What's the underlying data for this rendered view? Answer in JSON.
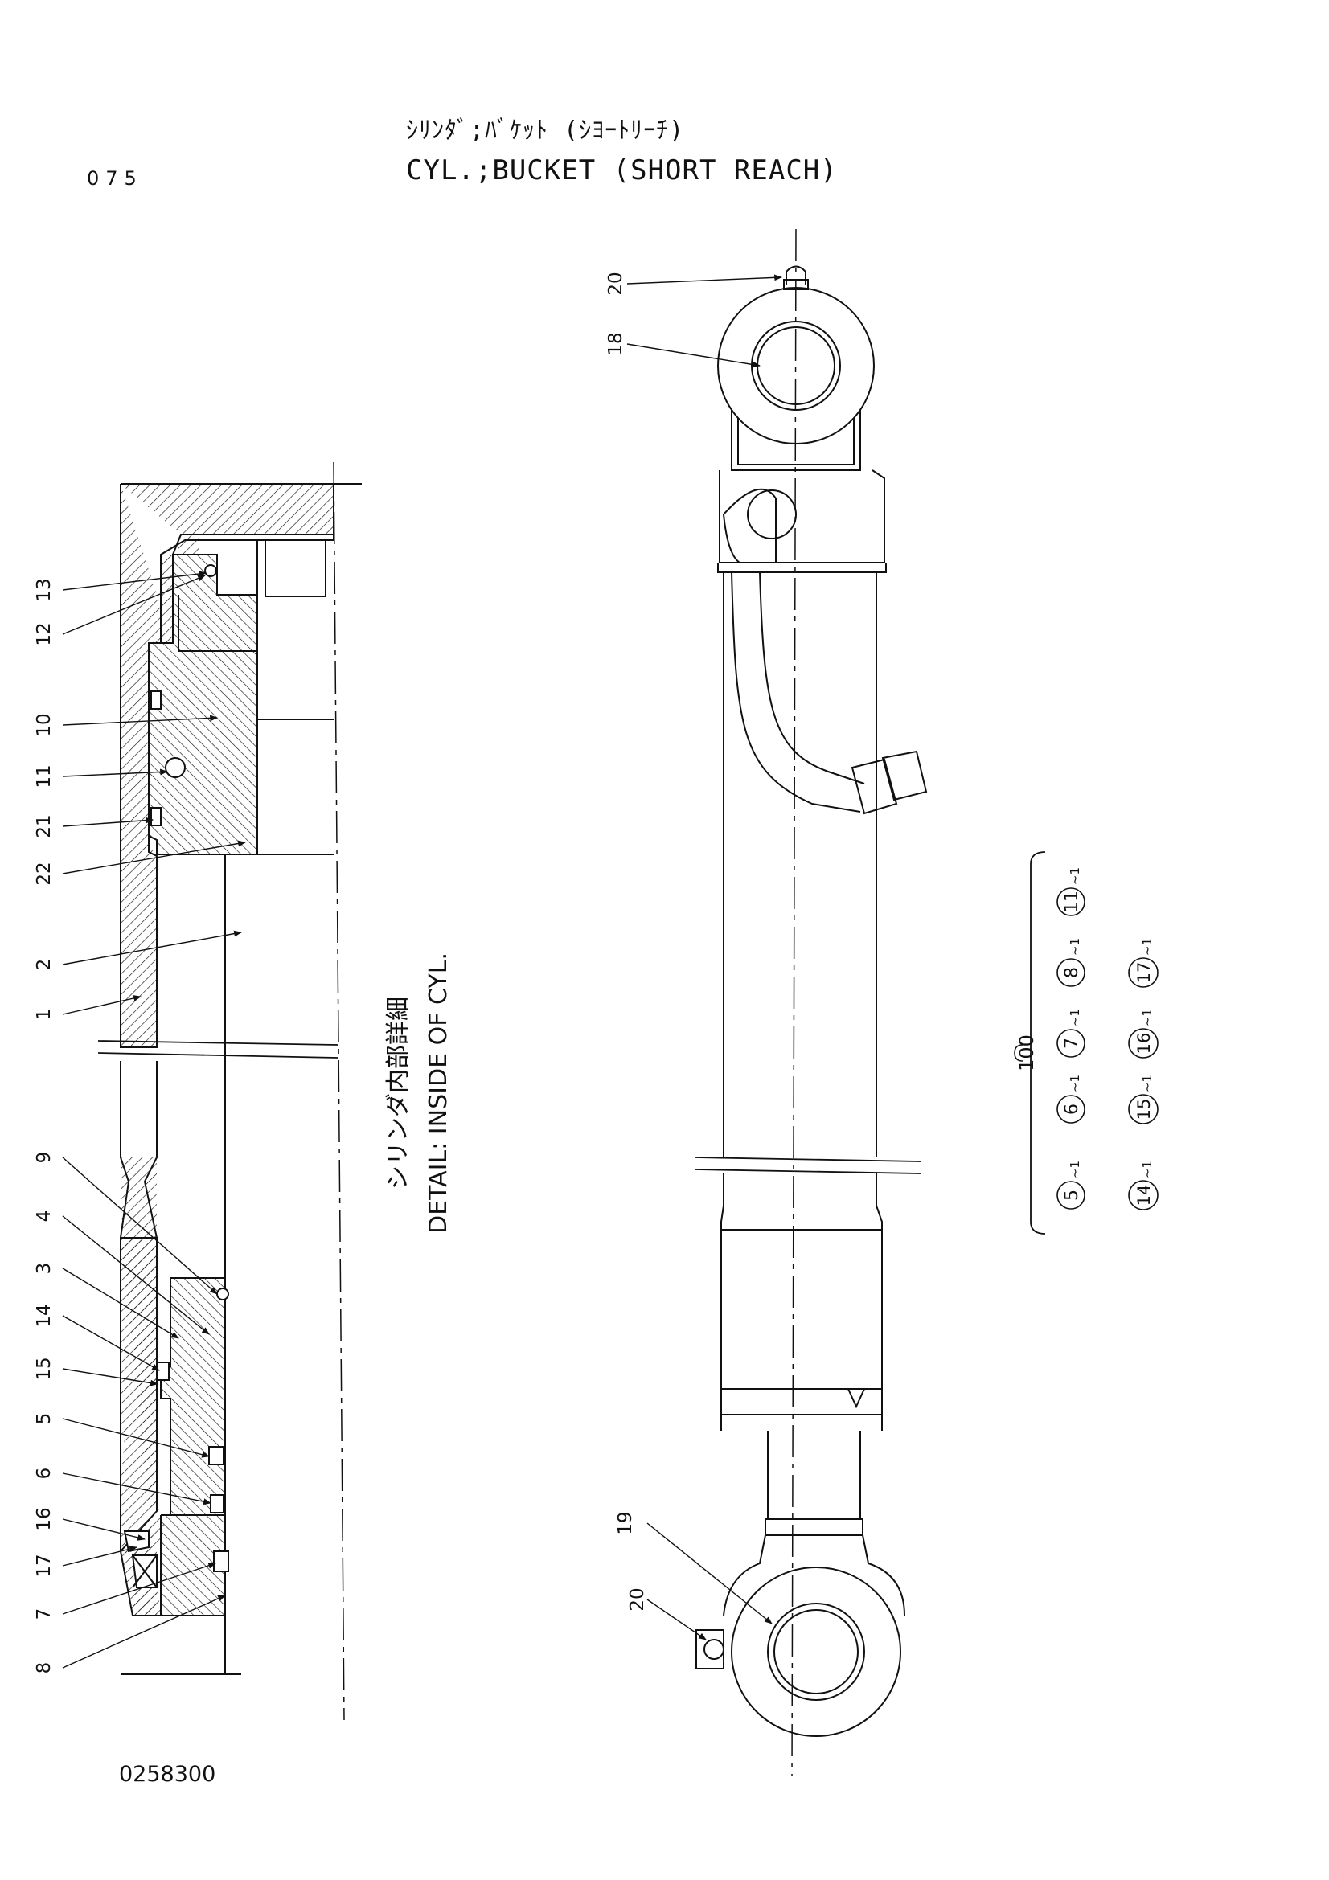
{
  "title_jp": "ｼﾘﾝﾀﾞ;ﾊﾞｹｯﾄ (ｼﾖｰﾄﾘｰﾁ)",
  "title_en": "CYL.;BUCKET (SHORT REACH)",
  "page_number": "075",
  "drawing_number": "0258300",
  "detail_label_jp": "シリンダ内部詳細",
  "detail_label_en": "DETAIL: INSIDE OF CYL.",
  "detail_callouts": [
    "13",
    "12",
    "10",
    "11",
    "21",
    "22",
    "2",
    "1",
    "9",
    "4",
    "3",
    "14",
    "15",
    "5",
    "6",
    "16",
    "17",
    "7",
    "8"
  ],
  "main_callouts": [
    "20",
    "18",
    "19",
    "20"
  ],
  "kit": {
    "number": "100",
    "row1": [
      "5",
      "6",
      "7",
      "8",
      "11"
    ],
    "row2": [
      "14",
      "15",
      "16",
      "17"
    ],
    "qty": "~1"
  },
  "colors": {
    "line": "#111111",
    "paper": "#ffffff"
  }
}
